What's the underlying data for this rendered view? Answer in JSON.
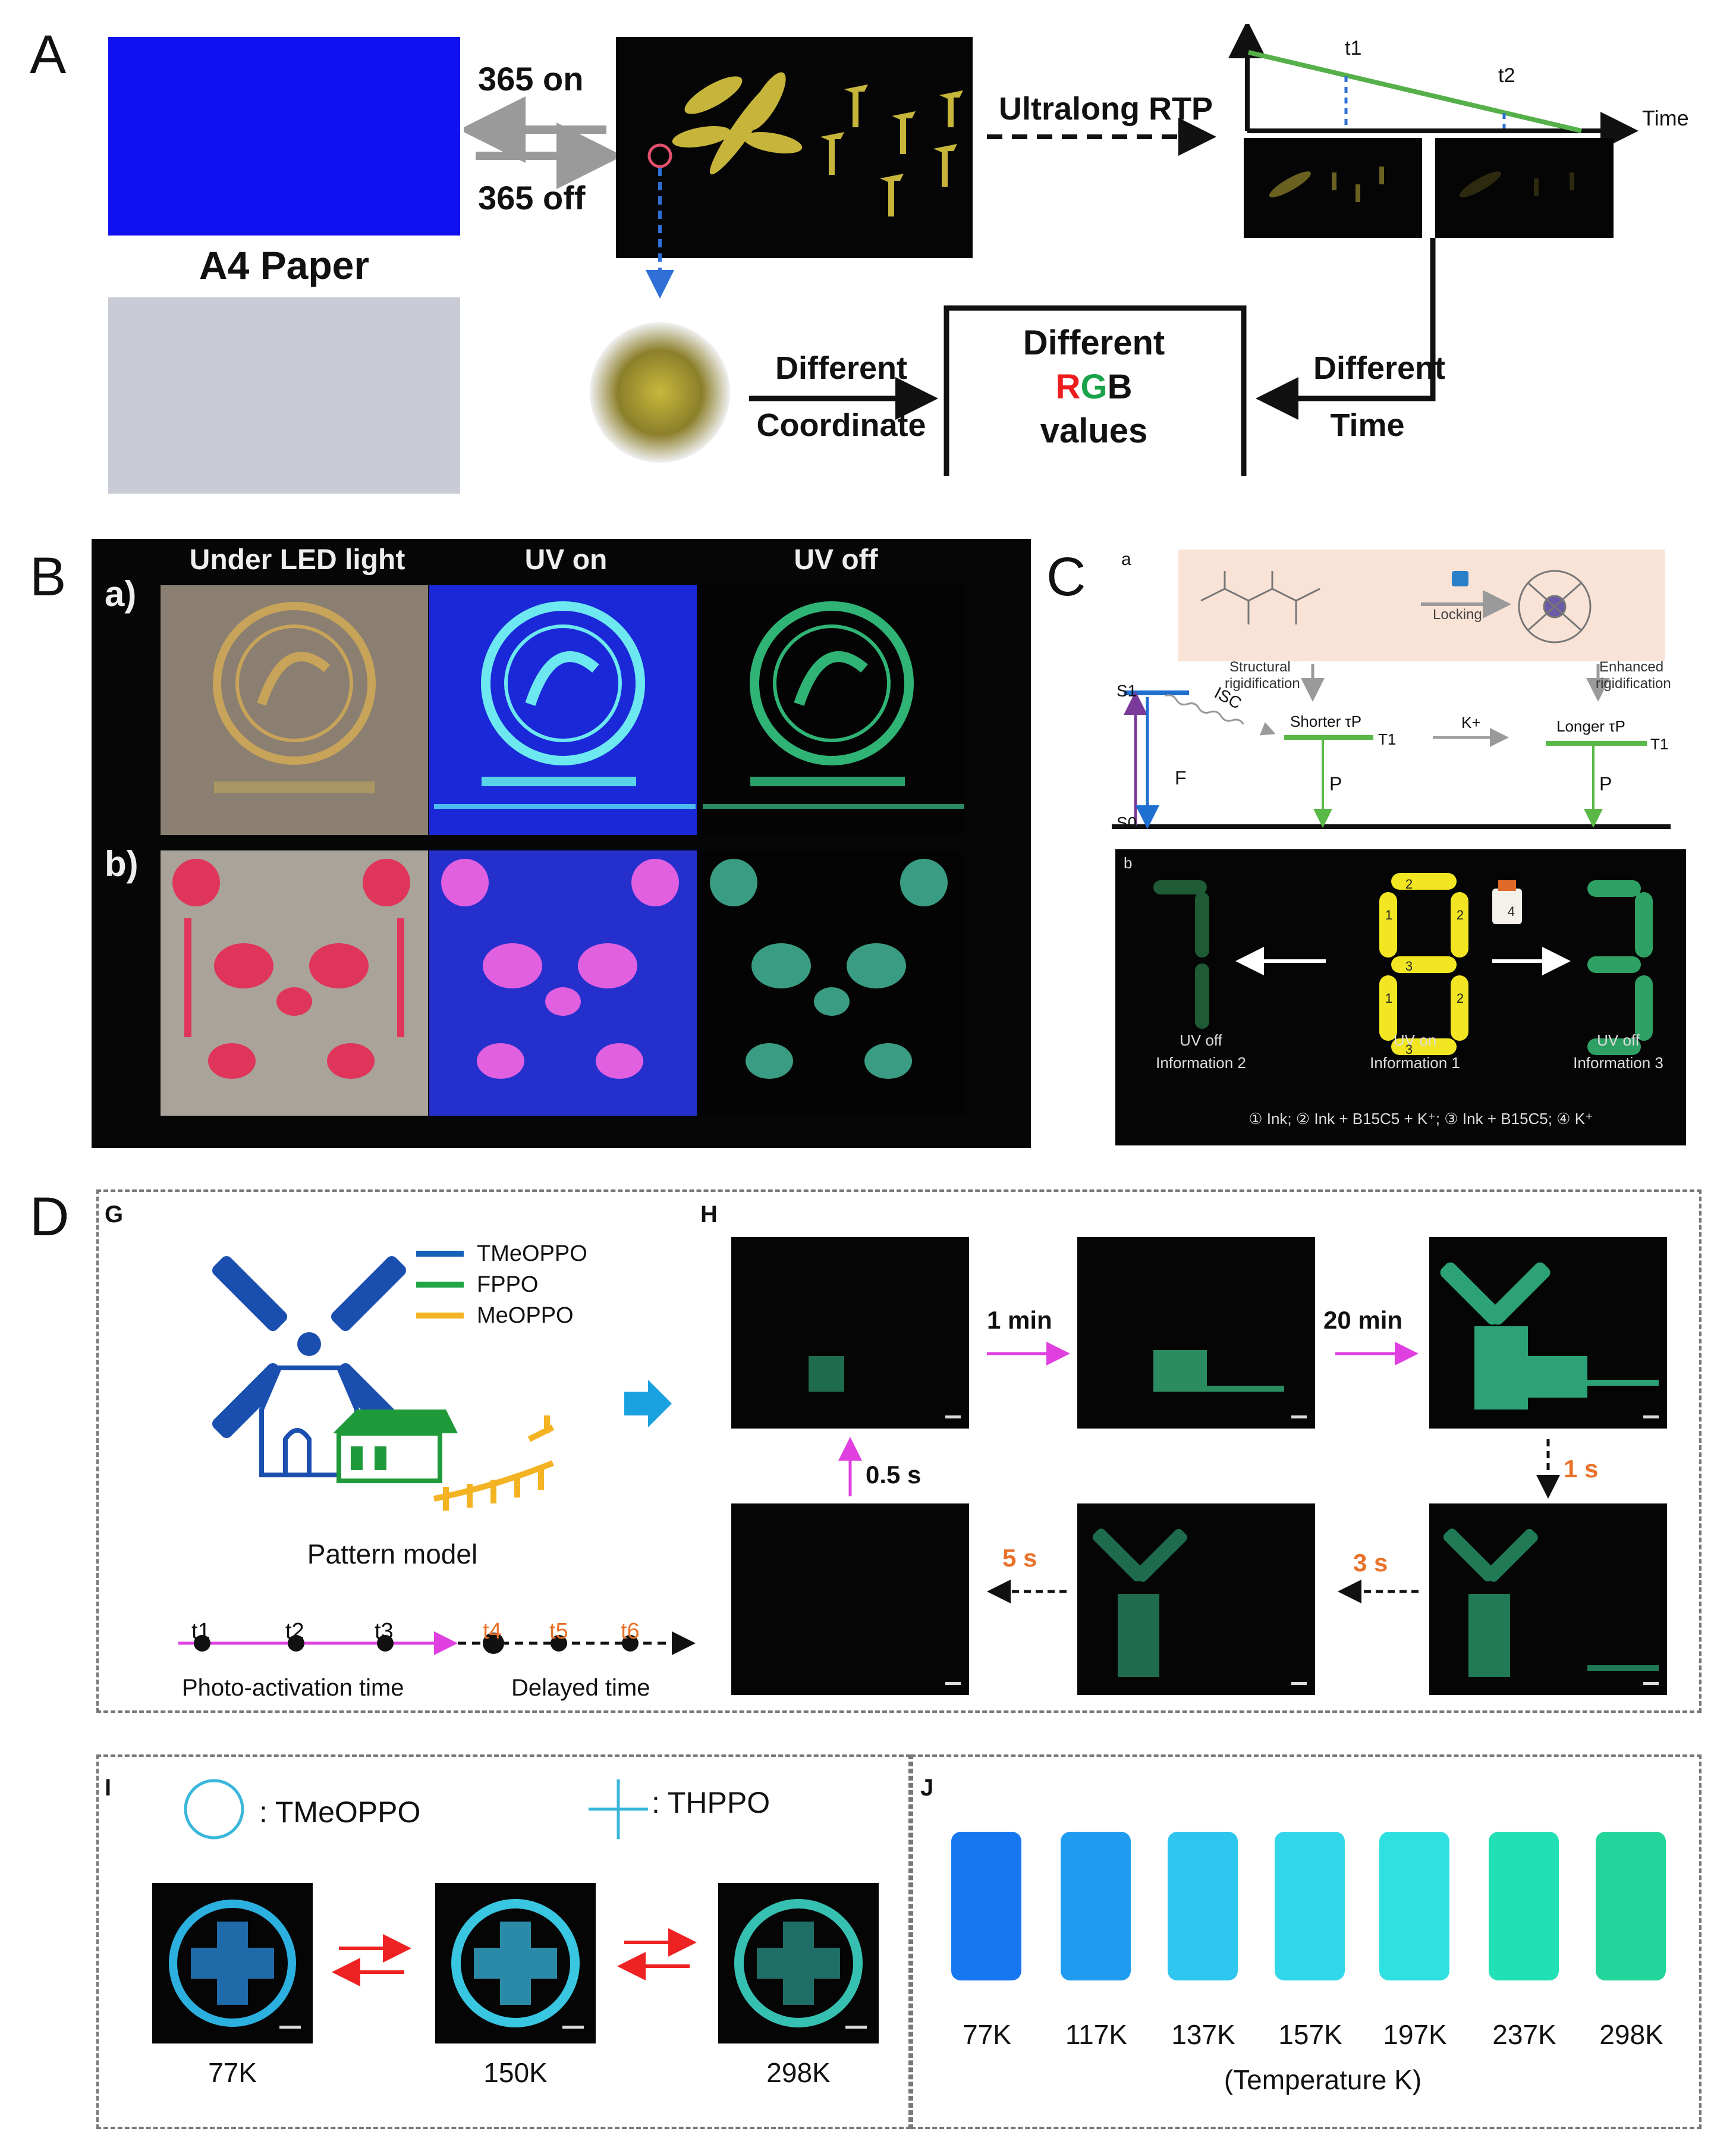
{
  "panelA": {
    "label": "A",
    "paper_label": "A4 Paper",
    "uv_on": "365 on",
    "uv_off": "365 off",
    "rtp_label": "Ultralong RTP",
    "time_axis": "Time",
    "t1": "t1",
    "t2": "t2",
    "diff_coord_1": "Different",
    "diff_coord_2": "Coordinate",
    "rgb_1": "Different",
    "rgb_R": "R",
    "rgb_G": "G",
    "rgb_B": "B",
    "rgb_3": "values",
    "diff_time_1": "Different",
    "diff_time_2": "Time",
    "colors": {
      "blue_paper": "#1010f0",
      "gray_paper": "#c9cbd6",
      "glow": "#c6b53a",
      "green_line": "#55b04a"
    }
  },
  "panelB": {
    "label": "B",
    "col1": "Under LED light",
    "col2": "UV on",
    "col3": "UV off",
    "row_a": "a)",
    "row_b": "b)"
  },
  "panelC": {
    "label": "C",
    "sub_a": "a",
    "sub_b": "b",
    "locking": "Locking",
    "structural_1": "Structural",
    "structural_2": "rigidification",
    "enhanced_1": "Enhanced",
    "enhanced_2": "rigidification",
    "s1": "S1",
    "s0": "S0",
    "isc": "ISC",
    "f": "F",
    "p": "P",
    "shorter": "Shorter τP",
    "longer": "Longer τP",
    "t1": "T1",
    "k": "K+",
    "captions": [
      {
        "line1": "UV off",
        "line2": "Information 2"
      },
      {
        "line1": "UV on",
        "line2": "Information 1"
      },
      {
        "line1": "UV off",
        "line2": "Information 3"
      }
    ],
    "legend": "① Ink;   ② Ink + B15C5 + K⁺;   ③ Ink + B15C5;   ④ K⁺",
    "seg_nums": [
      "1",
      "2",
      "3",
      "1",
      "2",
      "3",
      "2"
    ],
    "spray_num": "4"
  },
  "panelD": {
    "label": "D",
    "G": "G",
    "H": "H",
    "I": "I",
    "J": "J",
    "legend": [
      {
        "name": "TMeOPPO",
        "color": "#1560b8"
      },
      {
        "name": "FPPO",
        "color": "#21a546"
      },
      {
        "name": "MeOPPO",
        "color": "#f4b323"
      }
    ],
    "pattern_model": "Pattern model",
    "timeline": [
      "t1",
      "t2",
      "t3",
      "t4",
      "t5",
      "t6"
    ],
    "photo_activation": "Photo-activation time",
    "delayed": "Delayed time",
    "steps": {
      "m1": "1 min",
      "m20": "20 min",
      "s1": "1 s",
      "s3": "3 s",
      "s5": "5 s",
      "s05": "0.5 s"
    },
    "I_circle_label": ": TMeOPPO",
    "I_cross_label": ": THPPO",
    "I_temps": [
      "77K",
      "150K",
      "298K"
    ],
    "J_temps": [
      "77K",
      "117K",
      "137K",
      "157K",
      "197K",
      "237K",
      "298K"
    ],
    "J_colors": [
      "#1677f0",
      "#1f9cf0",
      "#2ec6ee",
      "#33d7ea",
      "#2fe0e0",
      "#22e0b6",
      "#22d59a"
    ],
    "J_axis": "(Temperature K)"
  }
}
